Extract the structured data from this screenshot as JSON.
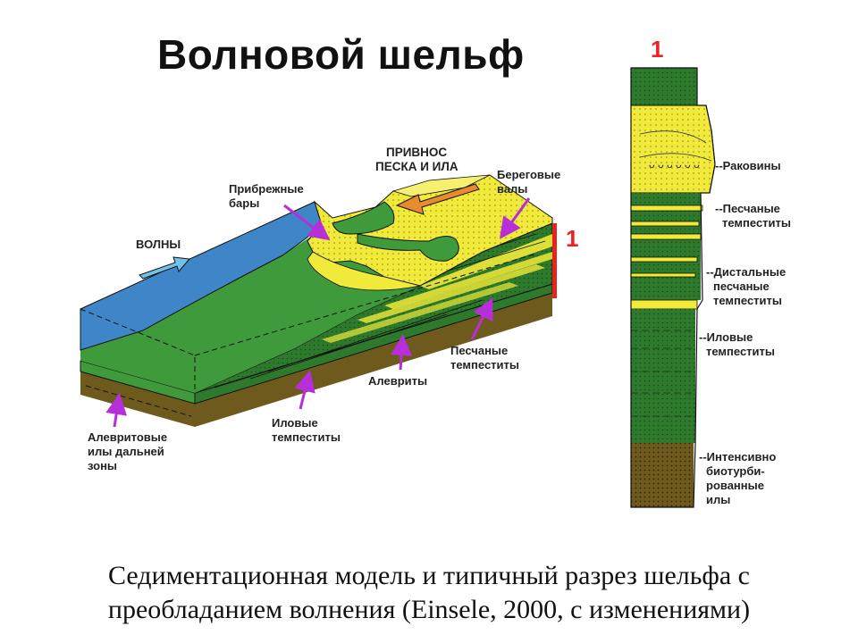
{
  "title": "Волновой шельф",
  "caption": {
    "line1": "Седиментационная модель и типичный разрез шельфа с",
    "line2": "преобладанием волнения (Einsele, 2000, с изменениями)"
  },
  "block": {
    "waves": "ВОЛНЫ",
    "supply_line1": "ПРИВНОС",
    "supply_line2": "ПЕСКА И ИЛА",
    "bars_line1": "Прибрежные",
    "bars_line2": "бары",
    "ridges_line1": "Береговые",
    "ridges_line2": "валы",
    "section_mark": "1",
    "sand_temp_line1": "Песчаные",
    "sand_temp_line2": "темпеститы",
    "silts": "Алевриты",
    "mud_temp_line1": "Иловые",
    "mud_temp_line2": "темпеститы",
    "distal_line1": "Алевритовые",
    "distal_line2": "илы дальней",
    "distal_line3": "зоны"
  },
  "column": {
    "mark": "1",
    "shells": "--Раковины",
    "sand_temp_line1": "--Песчаные",
    "sand_temp_line2": "темпеститы",
    "distal_line1": "--Дистальные",
    "distal_line2": "песчаные",
    "distal_line3": "темпеститы",
    "mud_temp_line1": "--Иловые",
    "mud_temp_line2": "темпеститы",
    "bio_line1": "--Интенсивно",
    "bio_line2": "биотурби-",
    "bio_line3": "рованные",
    "bio_line4": "илы"
  },
  "colors": {
    "water": "#3f86c9",
    "shelf_green": "#3e9a3a",
    "dark_green": "#2e7a2c",
    "sand_yellow": "#f2ea3a",
    "mud_brown": "#6e5a1c",
    "arrow_magenta": "#b62fd8",
    "section_red": "#e8231c",
    "supply_arrow": "#e88a2e"
  }
}
